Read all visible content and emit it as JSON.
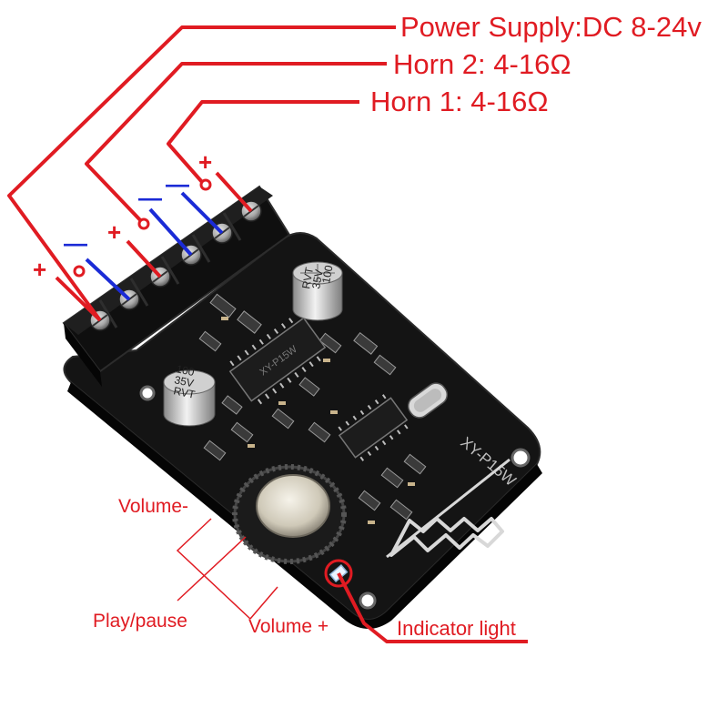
{
  "labels": {
    "power_supply": "Power Supply:DC 8-24v",
    "horn2": "Horn 2: 4-16Ω",
    "horn1": "Horn 1: 4-16Ω",
    "volume_minus": "Volume-",
    "play_pause": "Play/pause",
    "volume_plus": "Volume +",
    "indicator_light": "Indicator light"
  },
  "polarity": {
    "plus": "+",
    "minus": "—"
  },
  "board_text": {
    "chip_main": "XY-P15W",
    "model": "XY-P15W",
    "cap_value": "100",
    "cap_voltage": "35V",
    "cap_series": "RVT"
  },
  "colors": {
    "wire_red": "#e01b22",
    "wire_blue": "#1b2bd6",
    "label_red": "#e01b22",
    "pcb_black": "#121212"
  }
}
